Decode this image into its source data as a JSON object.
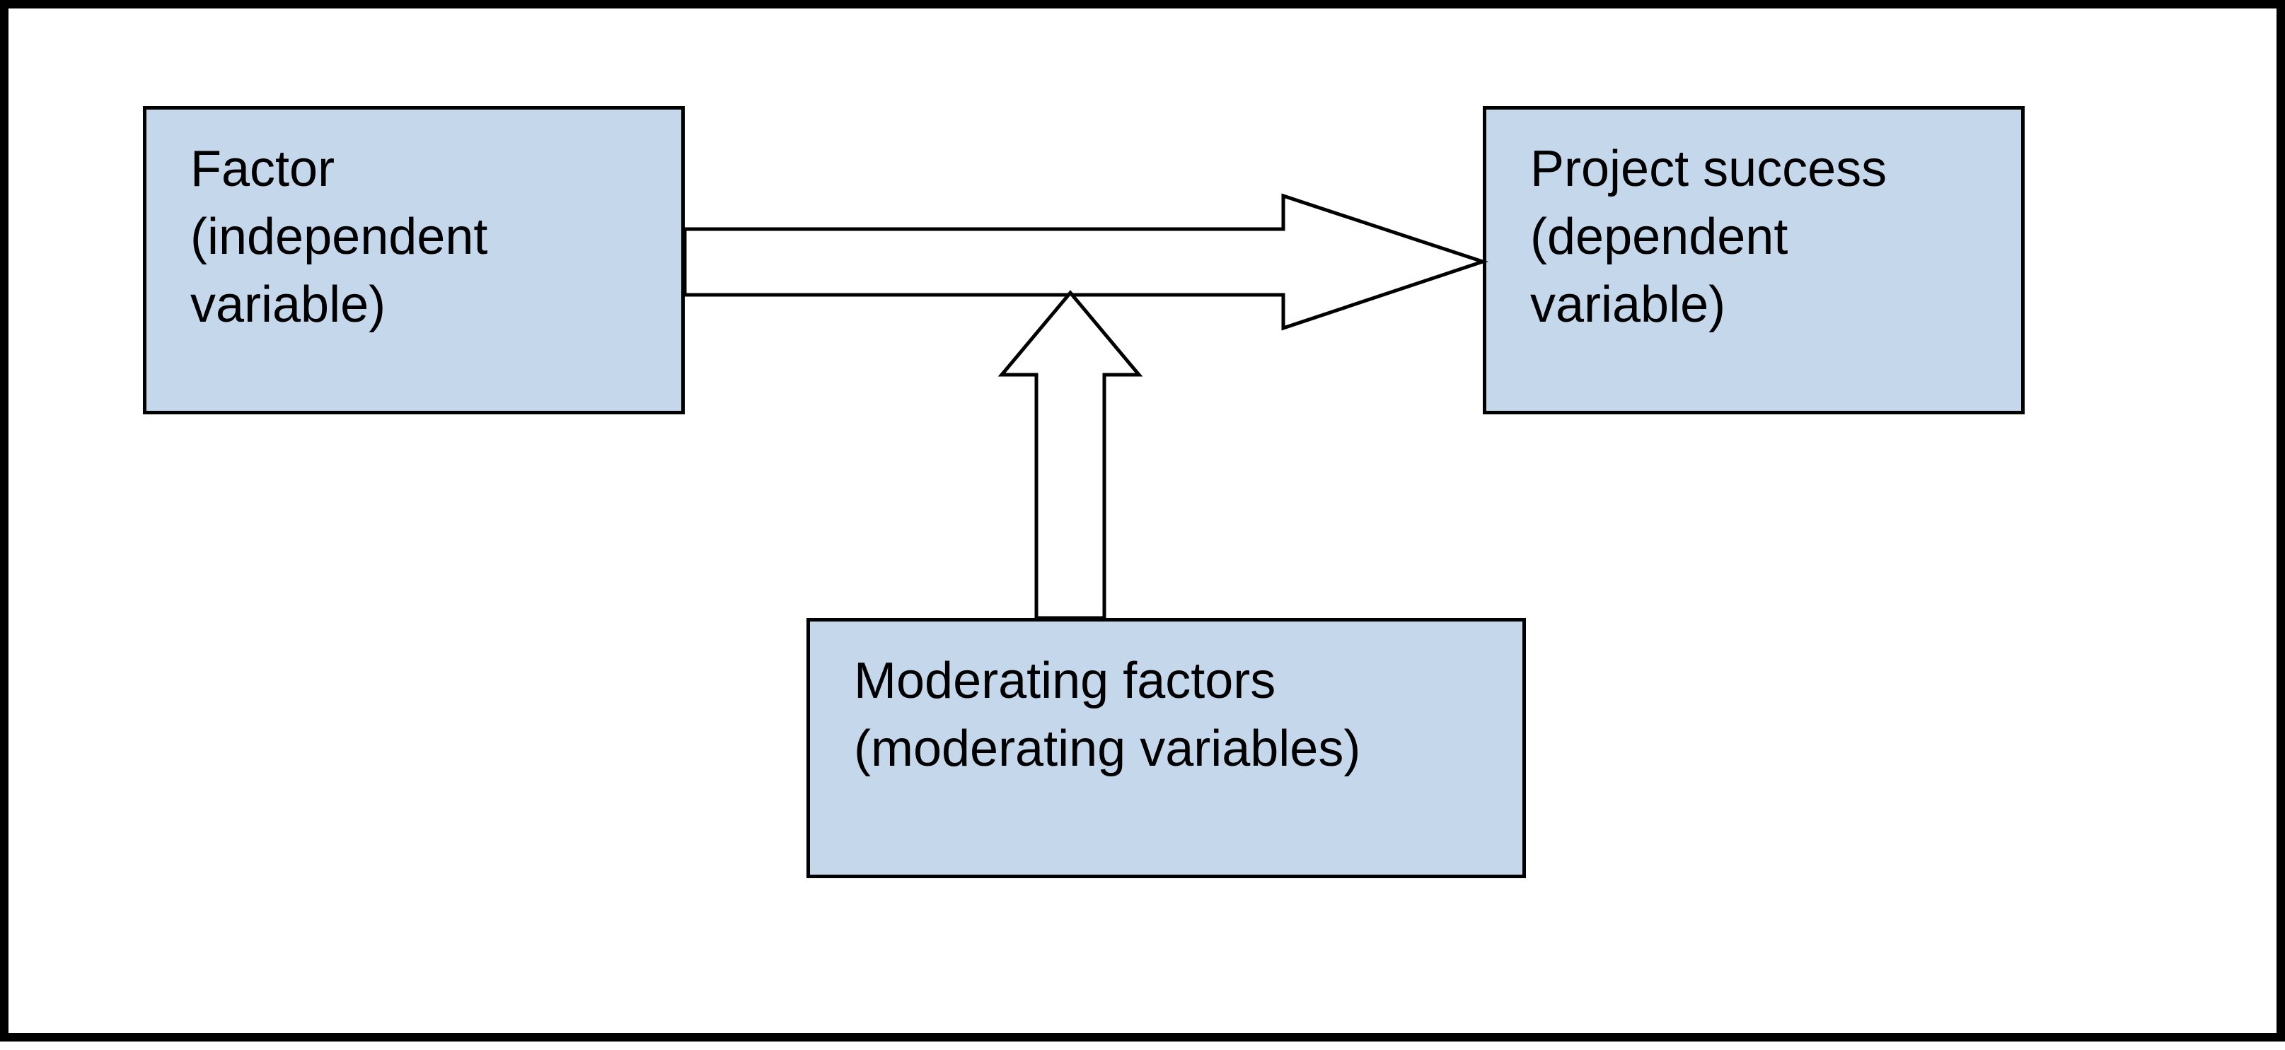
{
  "colors": {
    "box_fill": "#c5d7eb",
    "stroke": "#000000",
    "arrow_fill": "#ffffff",
    "background": "#ffffff"
  },
  "nodes": {
    "factor": {
      "line1": "Factor",
      "line2": "(independent",
      "line3": "variable)"
    },
    "success": {
      "line1": "Project success",
      "line2": "(dependent",
      "line3": "variable)"
    },
    "moderating": {
      "line1": "Moderating factors",
      "line2": "(moderating variables)"
    }
  },
  "edges": [
    {
      "from": "factor",
      "to": "success",
      "type": "block-arrow"
    },
    {
      "from": "moderating",
      "to": "factor-success-arrow",
      "type": "block-arrow"
    }
  ]
}
